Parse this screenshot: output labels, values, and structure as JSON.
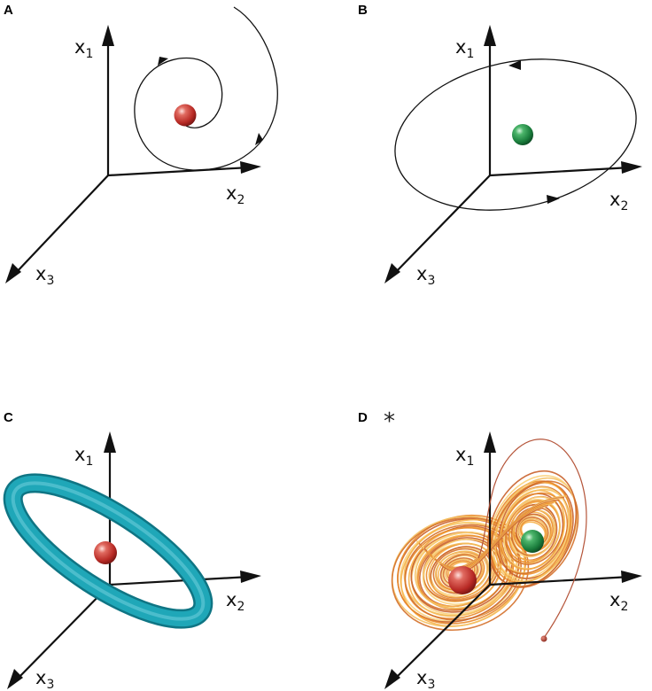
{
  "panels": [
    {
      "id": "A",
      "label": "A",
      "attractor": "fixed point",
      "ball_color": "#c0302c",
      "axes": {
        "x1": {
          "base": "x",
          "sub": "1"
        },
        "x2": {
          "base": "x",
          "sub": "2"
        },
        "x3": {
          "base": "x",
          "sub": "3"
        }
      }
    },
    {
      "id": "B",
      "label": "B",
      "attractor": "limit cycle",
      "ball_color": "#1f8a45",
      "axes": {
        "x1": {
          "base": "x",
          "sub": "1"
        },
        "x2": {
          "base": "x",
          "sub": "2"
        },
        "x3": {
          "base": "x",
          "sub": "3"
        }
      }
    },
    {
      "id": "C",
      "label": "C",
      "attractor": "torus",
      "ball_color": "#c0302c",
      "torus_color": "#1a9cad",
      "axes": {
        "x1": {
          "base": "x",
          "sub": "1"
        },
        "x2": {
          "base": "x",
          "sub": "2"
        },
        "x3": {
          "base": "x",
          "sub": "3"
        }
      }
    },
    {
      "id": "D",
      "label": "D",
      "marker": "*",
      "attractor": "strange attractor",
      "ball_colors": [
        "#c0302c",
        "#1f8a45"
      ],
      "attractor_color": "#f0a030",
      "axes": {
        "x1": {
          "base": "x",
          "sub": "1"
        },
        "x2": {
          "base": "x",
          "sub": "2"
        },
        "x3": {
          "base": "x",
          "sub": "3"
        }
      }
    }
  ],
  "icons": [
    "arrowhead-icon",
    "sphere-icon"
  ]
}
